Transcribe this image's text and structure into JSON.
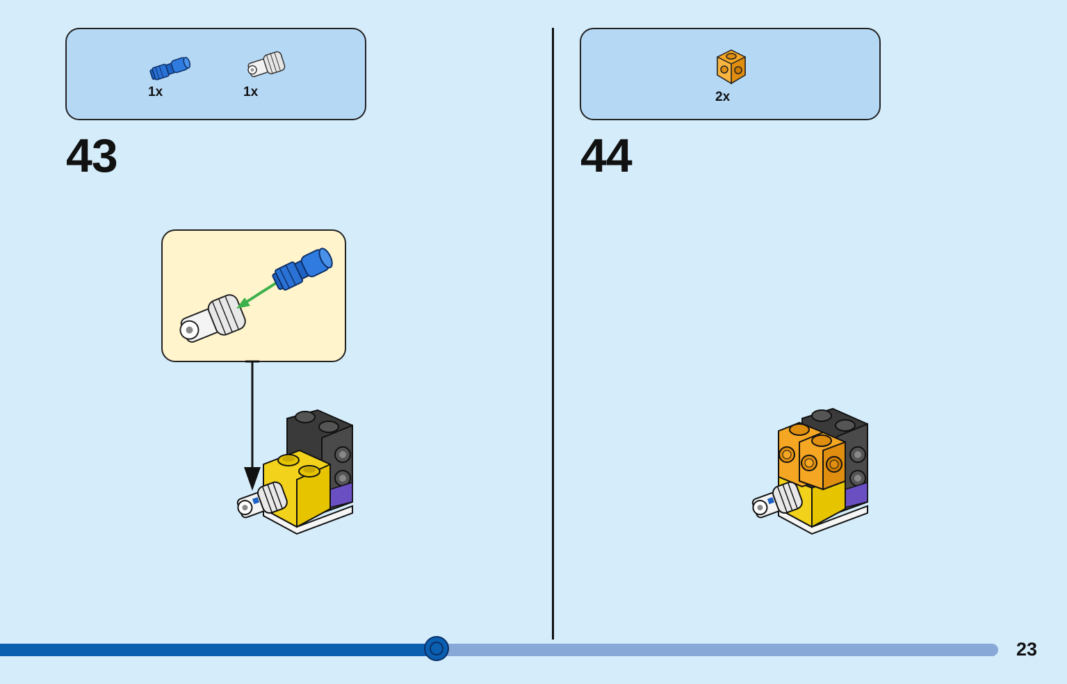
{
  "page": {
    "number": "23",
    "progress": 0.437
  },
  "steps": [
    {
      "number": "43",
      "parts": [
        {
          "name": "blue-axle-pin",
          "qty": "1x"
        },
        {
          "name": "white-hinge-connector",
          "qty": "1x"
        }
      ]
    },
    {
      "number": "44",
      "parts": [
        {
          "name": "orange-brick-with-studs-on-side",
          "qty": "2x"
        }
      ]
    }
  ],
  "colors": {
    "background": "#d5ecfa",
    "parts_box": "#b5d8f5",
    "callout": "#fff4cc",
    "progress_done": "#0a5fb0",
    "progress_remaining": "#88a8d8",
    "arrow": "#3cb04a"
  }
}
